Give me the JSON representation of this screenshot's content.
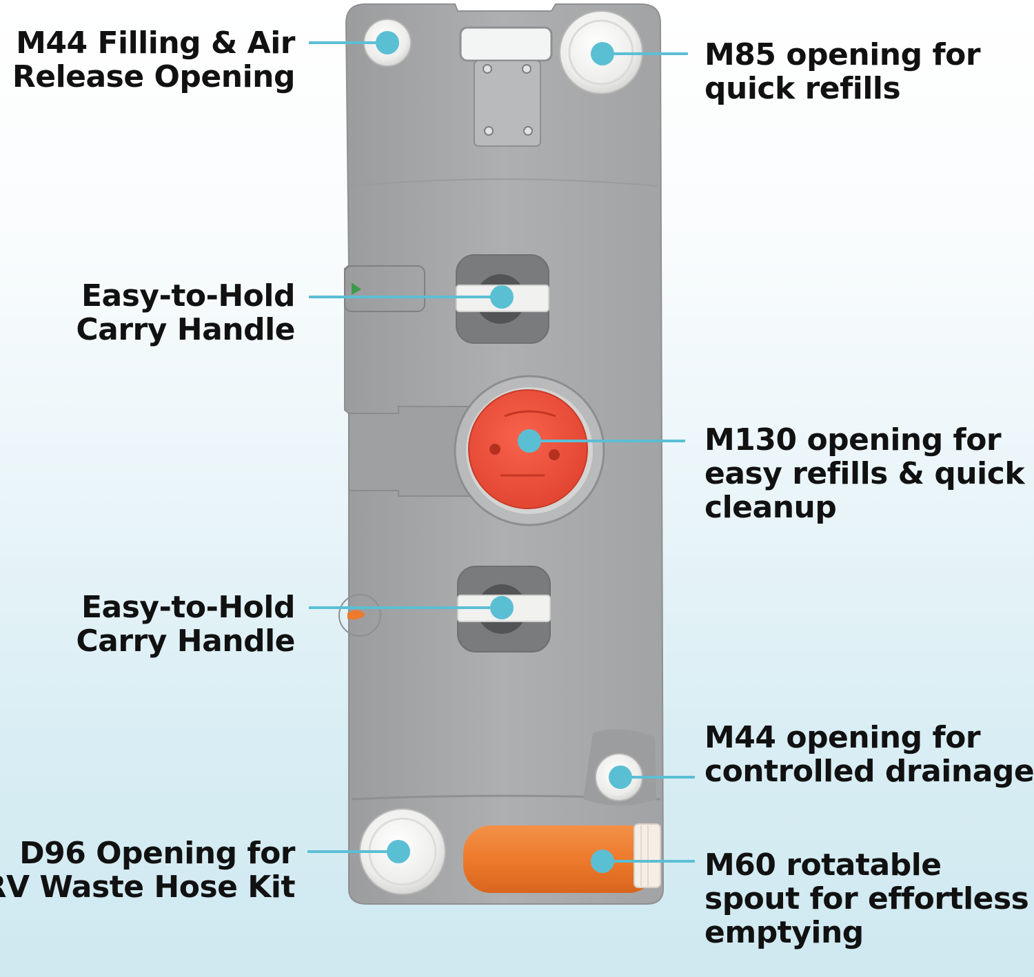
{
  "theme": {
    "callout_color": "#5bbfd4",
    "tank_body": "#a7a8aa",
    "cap_red": "#f0503a",
    "spout_orange": "#ee7a2c",
    "cap_white": "#efefed"
  },
  "callouts": {
    "m44_fill": {
      "line1": "M44 Filling & Air",
      "line2": "Release Opening",
      "icon": "white-cap-icon"
    },
    "m85": {
      "line1": "M85 opening for",
      "line2": "quick refills",
      "icon": "white-cap-icon"
    },
    "handle_upper": {
      "line1": "Easy-to-Hold",
      "line2": "Carry Handle",
      "icon": "carry-handle-icon"
    },
    "m130": {
      "line1": "M130 opening for",
      "line2": "easy refills & quick",
      "line3": "cleanup",
      "icon": "red-cap-icon"
    },
    "handle_lower": {
      "line1": "Easy-to-Hold",
      "line2": "Carry Handle",
      "icon": "carry-handle-icon"
    },
    "m44_drain": {
      "line1": "M44 opening for",
      "line2": "controlled drainage",
      "icon": "drain-cap-icon"
    },
    "d96": {
      "line1": "D96 Opening for",
      "line2": "RV Waste Hose Kit",
      "icon": "white-cap-icon"
    },
    "m60": {
      "line1": "M60 rotatable",
      "line2": "spout for effortless",
      "line3": "emptying",
      "icon": "spout-icon"
    }
  }
}
